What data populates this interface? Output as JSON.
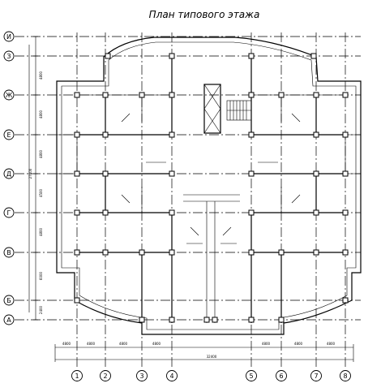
{
  "title": "План типового этажа",
  "axes_vertical": [
    "1",
    "2",
    "3",
    "4",
    "5",
    "6",
    "7",
    "8"
  ],
  "axes_horizontal": [
    "И",
    "З",
    "Ж",
    "Е",
    "Д",
    "Г",
    "В",
    "Б",
    "А"
  ],
  "dims_left": [
    "",
    "4800",
    "4800",
    "4800",
    "4500",
    "4800",
    "6000",
    "2400"
  ],
  "dims_left_total": "27600",
  "dims_bottom": [
    "4800",
    "4800",
    "4800",
    "4800",
    "",
    "4800",
    "4800",
    "4800"
  ],
  "dims_bottom_total": "32400"
}
